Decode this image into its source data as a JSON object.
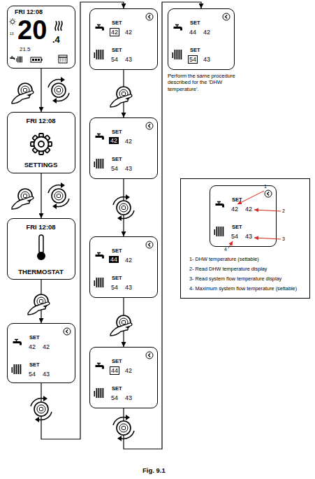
{
  "diagram": {
    "caption": "Fig. 9.1",
    "nodes": [
      {
        "text": [
          "FRI 12:08",
          "13",
          "20",
          ".4",
          "21.5"
        ]
      },
      {
        "text": [
          "FRI 12:08",
          "SETTINGS"
        ]
      },
      {
        "text": [
          "FRI 12:08",
          "THERMOSTAT"
        ]
      },
      {
        "text": [
          "SET",
          "42",
          "42",
          "SET",
          "54",
          "43"
        ]
      },
      {
        "text": [
          "SET",
          "42",
          "42",
          "SET",
          "54",
          "43"
        ]
      },
      {
        "text": [
          "SET",
          "42",
          "42",
          "SET",
          "54",
          "43"
        ]
      },
      {
        "text": [
          "SET",
          "44",
          "42",
          "SET",
          "54",
          "43"
        ]
      },
      {
        "text": [
          "SET",
          "44",
          "42",
          "SET",
          "54",
          "43"
        ]
      },
      {
        "text": [
          "SET",
          "44",
          "42",
          "SET",
          "54",
          "43"
        ]
      },
      {
        "text": [
          "1- DHW temperature (settable)",
          "2- Read DHW temperature display",
          "3- Read system flow temperature display",
          "4- Maximum system flow temperature (settable)"
        ]
      },
      {
        "text": [
          "SET",
          "42",
          "42",
          "SET",
          "54",
          "43"
        ],
        "in": 9
      }
    ],
    "edges": [
      {
        "from": 0,
        "to": 1,
        "arrow": "to"
      },
      {
        "from": 1,
        "to": 2,
        "arrow": "to"
      },
      {
        "from": 2,
        "to": 3,
        "arrow": "to"
      },
      {
        "from": 3,
        "to": 4,
        "arrow": "to"
      },
      {
        "from": 4,
        "to": 5,
        "arrow": "to"
      },
      {
        "from": 5,
        "to": 6,
        "arrow": "to"
      },
      {
        "from": 6,
        "to": 7,
        "arrow": "to"
      },
      {
        "from": 7,
        "to": 8,
        "arrow": "to"
      }
    ],
    "labels": [
      "Perform the same procedure described for the 'DHW temperature'.",
      "1",
      "2",
      "3",
      "4"
    ]
  }
}
